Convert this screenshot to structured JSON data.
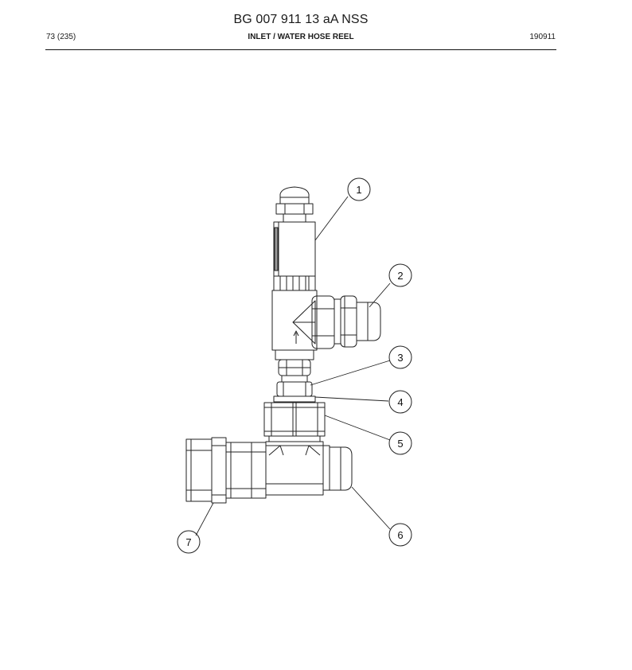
{
  "header": {
    "title": "BG 007 911 13 aA NSS",
    "page": "73 (235)",
    "section": "INLET / WATER HOSE REEL",
    "code": "190911"
  },
  "drawing": {
    "callouts": [
      "1",
      "2",
      "3",
      "4",
      "5",
      "6",
      "7"
    ]
  }
}
